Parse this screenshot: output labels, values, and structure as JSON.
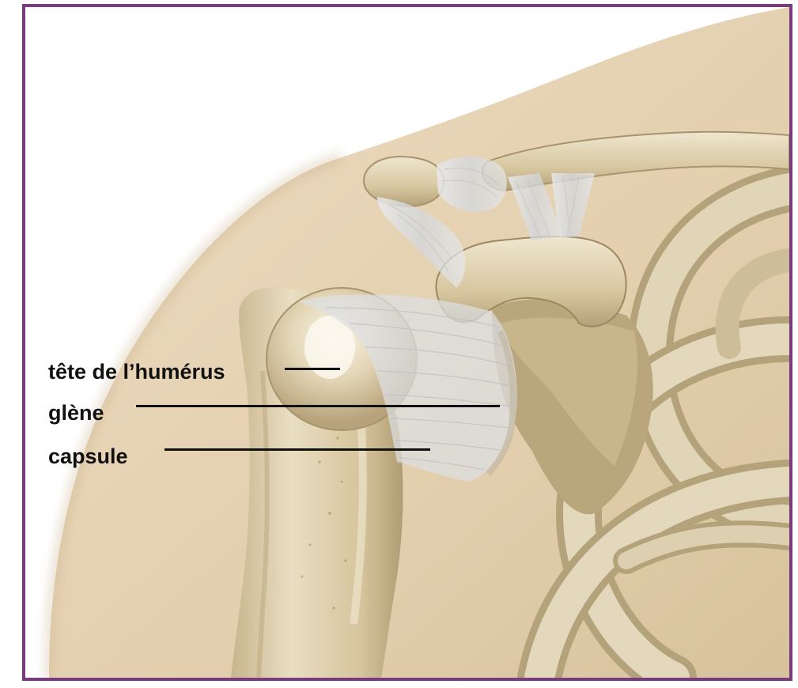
{
  "labels": {
    "humeral_head": "tête de l’humérus",
    "glenoid": "glène",
    "capsule": "capsule"
  },
  "colors": {
    "frame": "#7a3b7e",
    "skin": "#e5d3b5",
    "bone": "#d9cba5",
    "bone_shade": "#a5916a",
    "ligament": "#dfe1e4",
    "text": "#111111"
  }
}
